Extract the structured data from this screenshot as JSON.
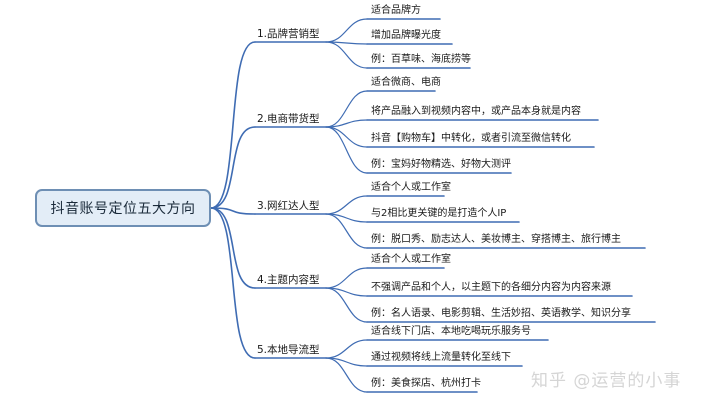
{
  "root": {
    "label": "抖音账号定位五大方向"
  },
  "branches": [
    {
      "label": "1.品牌营销型",
      "leaves": [
        "适合品牌方",
        "增加品牌曝光度",
        "例：百草味、海底捞等"
      ]
    },
    {
      "label": "2.电商带货型",
      "leaves": [
        "适合微商、电商",
        "将产品融入到视频内容中，或产品本身就是内容",
        "抖音【购物车】中转化，或者引流至微信转化",
        "例：宝妈好物精选、好物大测评"
      ]
    },
    {
      "label": "3.网红达人型",
      "leaves": [
        "适合个人或工作室",
        "与2相比更关键的是打造个人IP",
        "例：脱口秀、励志达人、美妆博主、穿搭博主、旅行博主"
      ]
    },
    {
      "label": "4.主题内容型",
      "leaves": [
        "适合个人或工作室",
        "不强调产品和个人，以主题下的各细分内容为内容来源",
        "例：名人语录、电影剪辑、生活妙招、英语教学、知识分享"
      ]
    },
    {
      "label": "5.本地导流型",
      "leaves": [
        "适合线下门店、本地吃喝玩乐服务号",
        "通过视频将线上流量转化至线下",
        "例：美食探店、杭州打卡"
      ]
    }
  ],
  "watermark": "知乎 @运营的小事",
  "colors": {
    "line": "#3f6cb3",
    "root_fill": "#e3edf7",
    "root_border": "#6e8fb4"
  }
}
